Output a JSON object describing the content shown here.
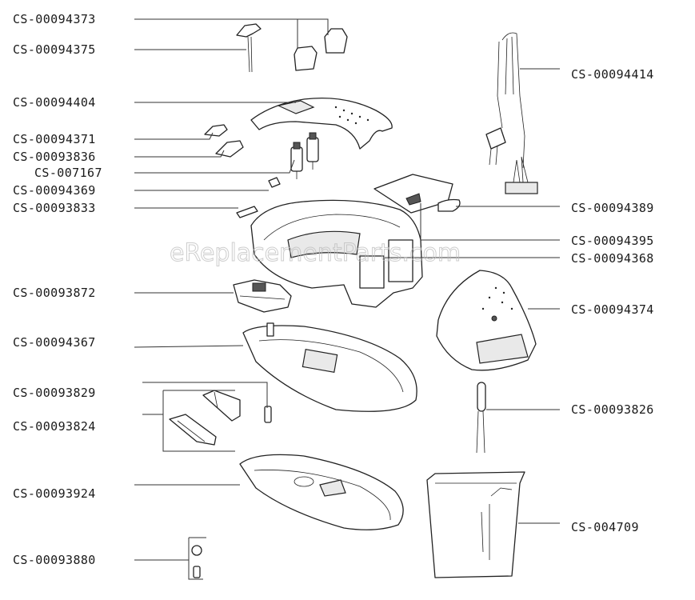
{
  "watermark": "eReplacementParts.com",
  "labels": {
    "p00094373": "CS-00094373",
    "p00094375": "CS-00094375",
    "p00094404": "CS-00094404",
    "p00094371": "CS-00094371",
    "p00093836": "CS-00093836",
    "p007167": "CS-007167",
    "p00094369": "CS-00094369",
    "p00093833": "CS-00093833",
    "p00093872": "CS-00093872",
    "p00094367": "CS-00094367",
    "p00093829": "CS-00093829",
    "p00093824": "CS-00093824",
    "p00093924": "CS-00093924",
    "p00093880": "CS-00093880",
    "p00094414": "CS-00094414",
    "p00094389": "CS-00094389",
    "p00094395": "CS-00094395",
    "p00094368": "CS-00094368",
    "p00094374": "CS-00094374",
    "p00093826": "CS-00093826",
    "p004709": "CS-004709"
  }
}
